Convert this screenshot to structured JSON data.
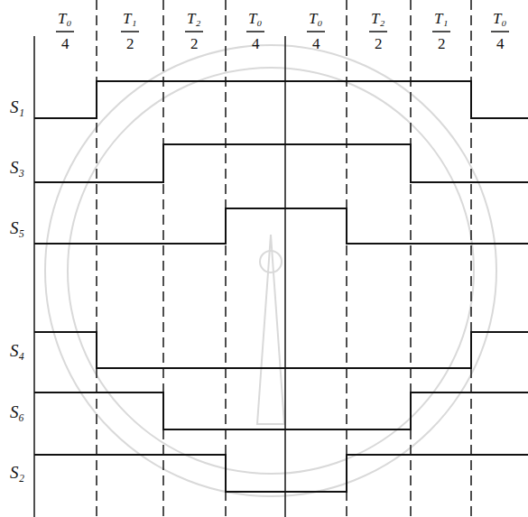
{
  "diagram": {
    "labels": [
      "T₀",
      "4",
      "T₁",
      "2",
      "T₂",
      "2",
      "T₀",
      "4",
      "T₀",
      "4",
      "T₂",
      "2",
      "T₁",
      "2",
      "T₀",
      "4",
      "S₁",
      "S₃",
      "S₅",
      "S₄",
      "S₆",
      "S₂"
    ]
  }
}
